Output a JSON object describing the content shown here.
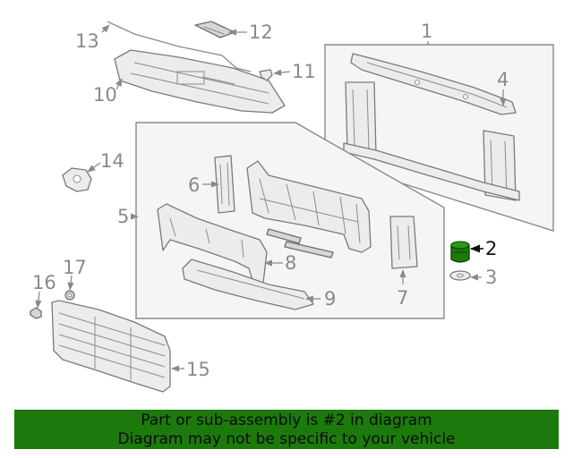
{
  "diagram": {
    "highlight_color": "#1c7a0c",
    "highlighted_callout": "2",
    "callouts": [
      "1",
      "2",
      "3",
      "4",
      "5",
      "6",
      "7",
      "8",
      "9",
      "10",
      "11",
      "12",
      "13",
      "14",
      "15",
      "16",
      "17"
    ]
  },
  "banner": {
    "background_color": "#1c7a0c",
    "line1": "Part or sub-assembly is #2 in diagram",
    "line2": "Diagram may not be specific to your vehicle"
  }
}
